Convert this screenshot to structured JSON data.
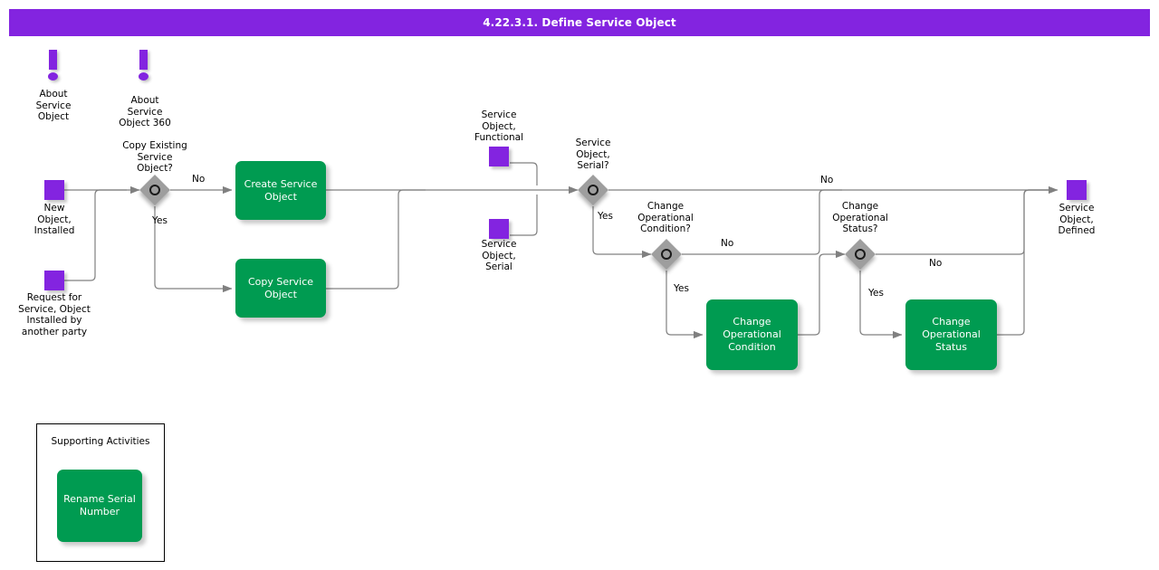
{
  "header": {
    "title": "4.22.3.1. Define Service Object",
    "bar_color": "#8324e0"
  },
  "theme": {
    "accent_purple": "#8324e0",
    "task_green": "#009b51",
    "gateway_gray": "#9e9e9e",
    "connector_gray": "#808080",
    "text_black": "#000000"
  },
  "info_markers": [
    {
      "id": "about-service-object",
      "icon": "exclamation-icon",
      "label": "About\nService\nObject"
    },
    {
      "id": "about-service-object-360",
      "icon": "exclamation-icon",
      "label": "About\nService\nObject 360"
    }
  ],
  "data_objects": [
    {
      "id": "new-object-installed",
      "label": "New\nObject,\nInstalled"
    },
    {
      "id": "request-for-service",
      "label": "Request for\nService, Object\nInstalled by\nanother party"
    },
    {
      "id": "service-object-functional",
      "label": "Service\nObject,\nFunctional"
    },
    {
      "id": "service-object-serial",
      "label": "Service\nObject,\nSerial"
    },
    {
      "id": "service-object-defined",
      "label": "Service\nObject,\nDefined"
    }
  ],
  "gateways": [
    {
      "id": "copy-existing-service-object",
      "label": "Copy Existing\nService\nObject?"
    },
    {
      "id": "service-object-serial-q",
      "label": "Service\nObject,\nSerial?"
    },
    {
      "id": "change-operational-condition-q",
      "label": "Change\nOperational\nCondition?"
    },
    {
      "id": "change-operational-status-q",
      "label": "Change\nOperational\nStatus?"
    }
  ],
  "tasks": [
    {
      "id": "create-service-object",
      "label": "Create Service\nObject"
    },
    {
      "id": "copy-service-object",
      "label": "Copy Service\nObject"
    },
    {
      "id": "change-operational-condition",
      "label": "Change\nOperational\nCondition"
    },
    {
      "id": "change-operational-status",
      "label": "Change\nOperational\nStatus"
    }
  ],
  "flow_labels": [
    {
      "id": "copy-existing-no",
      "text": "No"
    },
    {
      "id": "copy-existing-yes",
      "text": "Yes"
    },
    {
      "id": "serial-yes",
      "text": "Yes"
    },
    {
      "id": "serial-no",
      "text": "No"
    },
    {
      "id": "condition-no",
      "text": "No"
    },
    {
      "id": "condition-yes",
      "text": "Yes"
    },
    {
      "id": "status-no",
      "text": "No"
    },
    {
      "id": "status-yes",
      "text": "Yes"
    }
  ],
  "supporting": {
    "title": "Supporting Activities",
    "tasks": [
      {
        "id": "rename-serial-number",
        "label": "Rename Serial\nNumber"
      }
    ]
  }
}
